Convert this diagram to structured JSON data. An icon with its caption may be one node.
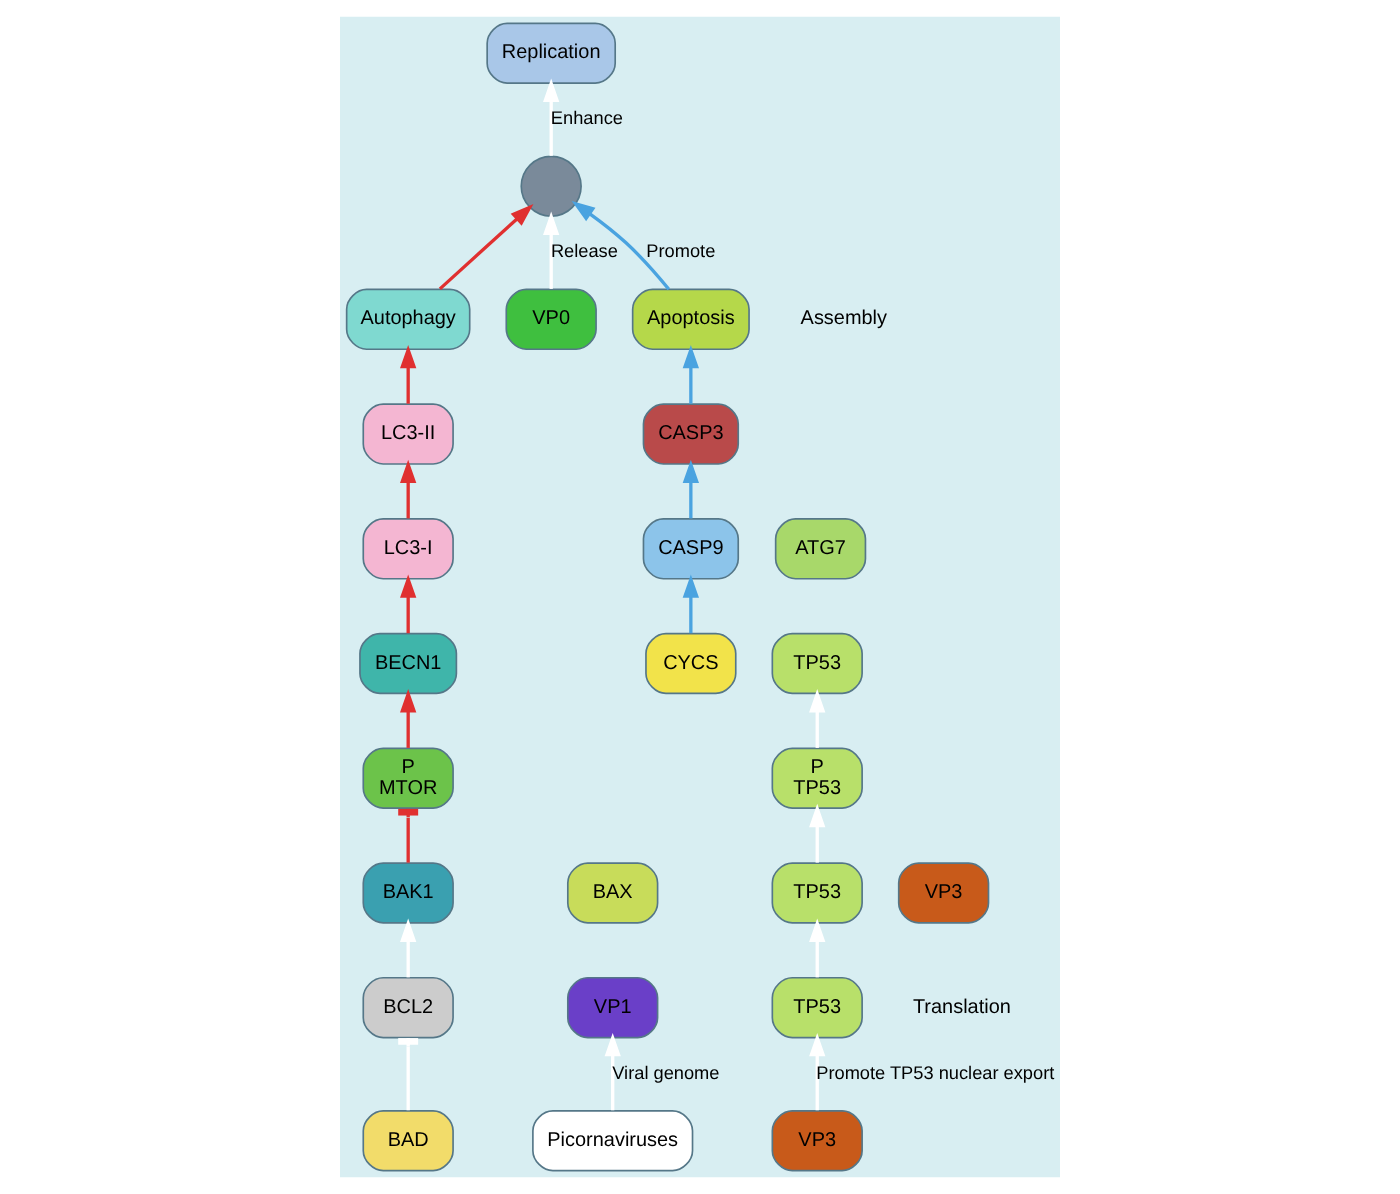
{
  "diagram": {
    "nodes": [
      {
        "text": [
          "Apoptosis"
        ]
      },
      {
        "text": [
          "Autophagy"
        ]
      },
      {
        "text": [
          "Replication"
        ]
      },
      {
        "text": [],
        "shape": "circle"
      },
      {
        "text": [
          "Picornaviruses"
        ]
      },
      {
        "text": [
          "CASP3"
        ]
      },
      {
        "text": [
          "LC3-II"
        ]
      },
      {
        "text": [
          "ATG7"
        ]
      },
      {
        "text": [
          "CASP9"
        ]
      },
      {
        "text": [
          "LC3-I"
        ]
      },
      {
        "text": [
          "BAX"
        ]
      },
      {
        "text": [
          "BAK1"
        ]
      },
      {
        "text": [
          "CYCS"
        ]
      },
      {
        "text": [
          "BECN1"
        ]
      },
      {
        "text": [
          "VP0"
        ]
      },
      {
        "text": [
          "VP1"
        ]
      },
      {
        "text": [
          "BCL2"
        ]
      },
      {
        "text": [
          "P",
          "MTOR"
        ]
      },
      {
        "text": [
          "VP3"
        ]
      },
      {
        "text": [
          "BAD"
        ]
      },
      {
        "text": [
          "TP53"
        ]
      },
      {
        "text": [
          "VP3"
        ]
      },
      {
        "text": [
          "TP53"
        ]
      },
      {
        "text": [
          "P",
          "TP53"
        ]
      },
      {
        "text": [
          "TP53"
        ]
      }
    ],
    "edges": [
      {
        "from": 0,
        "to": 3,
        "arrow": "to",
        "label": "Promote",
        "color": "#4aa3e0"
      },
      {
        "from": 1,
        "to": 3,
        "arrow": "to",
        "color": "#e03030"
      },
      {
        "from": 3,
        "to": 2,
        "arrow": "to",
        "label": "Enhance"
      },
      {
        "from": 5,
        "to": 0,
        "arrow": "to",
        "color": "#4aa3e0"
      },
      {
        "from": 8,
        "to": 5,
        "arrow": "to",
        "color": "#4aa3e0"
      },
      {
        "from": 12,
        "to": 8,
        "arrow": "to",
        "color": "#4aa3e0"
      },
      {
        "from": 6,
        "to": 1,
        "arrow": "to",
        "color": "#e03030"
      },
      {
        "from": 9,
        "to": 6,
        "arrow": "to",
        "color": "#e03030"
      },
      {
        "from": 13,
        "to": 9,
        "arrow": "to",
        "color": "#e03030"
      },
      {
        "from": 17,
        "to": 13,
        "arrow": "to",
        "color": "#e03030"
      },
      {
        "from": 11,
        "to": 17,
        "arrow": "other",
        "color": "#e03030"
      },
      {
        "from": 16,
        "to": 11,
        "arrow": "to"
      },
      {
        "from": 19,
        "to": 16,
        "arrow": "other"
      },
      {
        "from": 14,
        "to": 3,
        "arrow": "to",
        "label": "Release"
      },
      {
        "from": 4,
        "to": 15,
        "arrow": "to",
        "label": "Viral genome"
      },
      {
        "from": 18,
        "to": 24,
        "arrow": "to",
        "label": "Promote TP53 nuclear export"
      },
      {
        "from": 24,
        "to": 22,
        "arrow": "to"
      },
      {
        "from": 22,
        "to": 23,
        "arrow": "to"
      },
      {
        "from": 23,
        "to": 20,
        "arrow": "to"
      }
    ],
    "labels": [
      "Assembly",
      "Translation"
    ]
  }
}
